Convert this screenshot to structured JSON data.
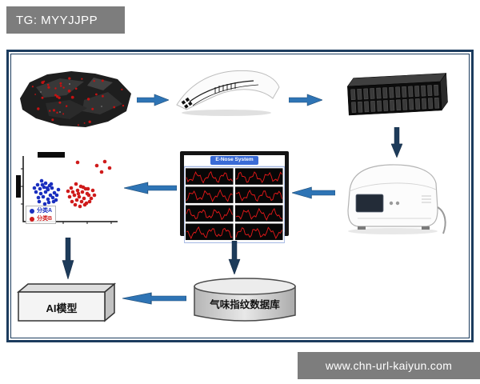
{
  "header": {
    "tag": "TG: MYYJJPP"
  },
  "footer": {
    "url": "www.chn-url-kaiyun.com"
  },
  "diagram": {
    "monitor": {
      "title": "E-Nose System"
    },
    "ai_model": {
      "label": "AI模型"
    },
    "database": {
      "label": "气味指纹数据库"
    },
    "scatter": {
      "legend": [
        {
          "label": "分类A",
          "color": "#1a2fbf"
        },
        {
          "label": "分类B",
          "color": "#cf1b1b"
        }
      ],
      "clusters": [
        {
          "name": "class-a",
          "color": "#1a2fbf",
          "r": 2.3,
          "points": [
            [
              28,
              42
            ],
            [
              33,
              37
            ],
            [
              38,
              40
            ],
            [
              43,
              43
            ],
            [
              31,
              47
            ],
            [
              36,
              45
            ],
            [
              41,
              48
            ],
            [
              46,
              46
            ],
            [
              26,
              51
            ],
            [
              32,
              53
            ],
            [
              38,
              51
            ],
            [
              44,
              55
            ],
            [
              49,
              52
            ],
            [
              29,
              58
            ],
            [
              35,
              57
            ],
            [
              41,
              60
            ],
            [
              47,
              58
            ],
            [
              52,
              55
            ],
            [
              24,
              46
            ],
            [
              54,
              48
            ],
            [
              34,
              42
            ],
            [
              40,
              46
            ],
            [
              45,
              41
            ],
            [
              30,
              63
            ],
            [
              42,
              64
            ],
            [
              48,
              63
            ],
            [
              37,
              66
            ],
            [
              51,
              61
            ]
          ]
        },
        {
          "name": "class-b",
          "color": "#cf1b1b",
          "r": 2.3,
          "points": [
            [
              70,
              46
            ],
            [
              76,
              41
            ],
            [
              82,
              44
            ],
            [
              88,
              47
            ],
            [
              72,
              51
            ],
            [
              78,
              49
            ],
            [
              84,
              51
            ],
            [
              90,
              53
            ],
            [
              68,
              57
            ],
            [
              74,
              55
            ],
            [
              80,
              57
            ],
            [
              86,
              59
            ],
            [
              92,
              55
            ],
            [
              71,
              63
            ],
            [
              77,
              61
            ],
            [
              83,
              63
            ],
            [
              89,
              65
            ],
            [
              95,
              59
            ],
            [
              66,
              50
            ],
            [
              97,
              49
            ],
            [
              75,
              67
            ],
            [
              81,
              69
            ],
            [
              87,
              67
            ],
            [
              93,
              63
            ],
            [
              79,
              53
            ],
            [
              85,
              45
            ],
            [
              91,
              47
            ],
            [
              99,
              55
            ]
          ]
        },
        {
          "name": "class-b-outliers",
          "color": "#cf1b1b",
          "r": 2.3,
          "points": [
            [
              78,
              14
            ],
            [
              102,
              18
            ],
            [
              112,
              13
            ],
            [
              118,
              21
            ],
            [
              108,
              26
            ]
          ]
        }
      ]
    },
    "colors": {
      "arrow_blue": "#2e74b5",
      "arrow_dark": "#1d3b5a",
      "frame_border": "#1c3c5e",
      "bar_gray": "#7d7d7d",
      "trace_red": "#e01818"
    }
  }
}
